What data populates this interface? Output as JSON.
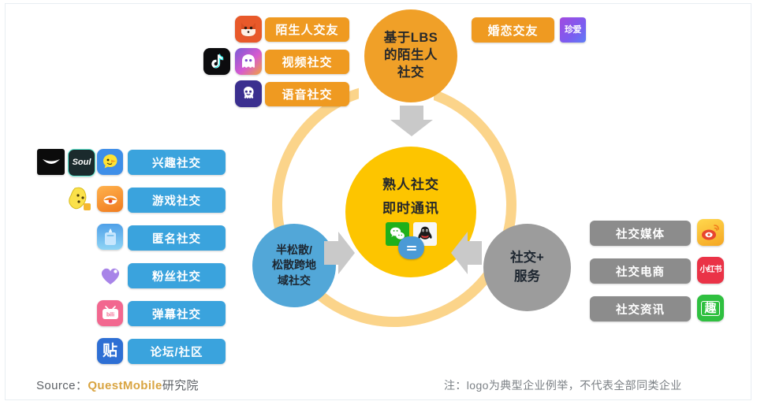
{
  "circles": {
    "lbs": {
      "name": "circle-lbs",
      "line1": "基于LBS",
      "line2": "的陌生人",
      "line3": "社交",
      "color": "#f0a028"
    },
    "center": {
      "name": "circle-center",
      "line1": "熟人社交",
      "line2": "即时通讯",
      "color": "#fdc500"
    },
    "blue": {
      "name": "circle-semi-loose",
      "line1": "半松散/",
      "line2": "松散跨地",
      "line3": "域社交",
      "color": "#52a7d8"
    },
    "gray": {
      "name": "circle-social-service",
      "line1": "社交+",
      "line2": "服务",
      "color": "#9c9c9c"
    }
  },
  "ring": {
    "color": "#fbd48a"
  },
  "top_group": {
    "pills": [
      {
        "label": "陌生人交友",
        "icon": "momo-fox-icon"
      },
      {
        "label": "视频社交",
        "icon": "tantan-ghost-icon"
      },
      {
        "label": "语音社交",
        "icon": "yuyin-octopus-icon"
      }
    ],
    "extra_icons": [
      "douyin-tiktok-icon"
    ]
  },
  "marriage": {
    "label": "婚恋交友",
    "icon_label": "珍爱",
    "icon_name": "zhenai-icon"
  },
  "left_group": {
    "rows": [
      {
        "label": "兴趣社交",
        "icons": [
          "zhihu-dark-icon",
          "soul-icon",
          "yellow-bird-icon"
        ]
      },
      {
        "label": "游戏社交",
        "icons": [
          "yellow-pea-icon",
          "orange-eye-icon"
        ]
      },
      {
        "label": "匿名社交",
        "icons": [
          "anonymous-blue-icon"
        ]
      },
      {
        "label": "粉丝社交",
        "icons": [
          "purple-heart-icon"
        ]
      },
      {
        "label": "弹幕社交",
        "icons": [
          "bilibili-icon"
        ]
      },
      {
        "label": "论坛/社区",
        "icons": [
          "tieba-icon"
        ]
      }
    ]
  },
  "right_group": {
    "rows": [
      {
        "label": "社交媒体",
        "icons": [
          "weibo-icon"
        ]
      },
      {
        "label": "社交电商",
        "icons": [
          "xiaohongshu-icon"
        ]
      },
      {
        "label": "社交资讯",
        "icons": [
          "qutoutiao-icon"
        ]
      }
    ]
  },
  "center_icons": [
    "wechat-icon",
    "qq-icon",
    "chat-bubble-icon"
  ],
  "footer": {
    "source_prefix": "Source：",
    "source_brand": "QuestMobile",
    "source_suffix": "研究院",
    "note": "注：logo为典型企业例举，不代表全部同类企业"
  }
}
